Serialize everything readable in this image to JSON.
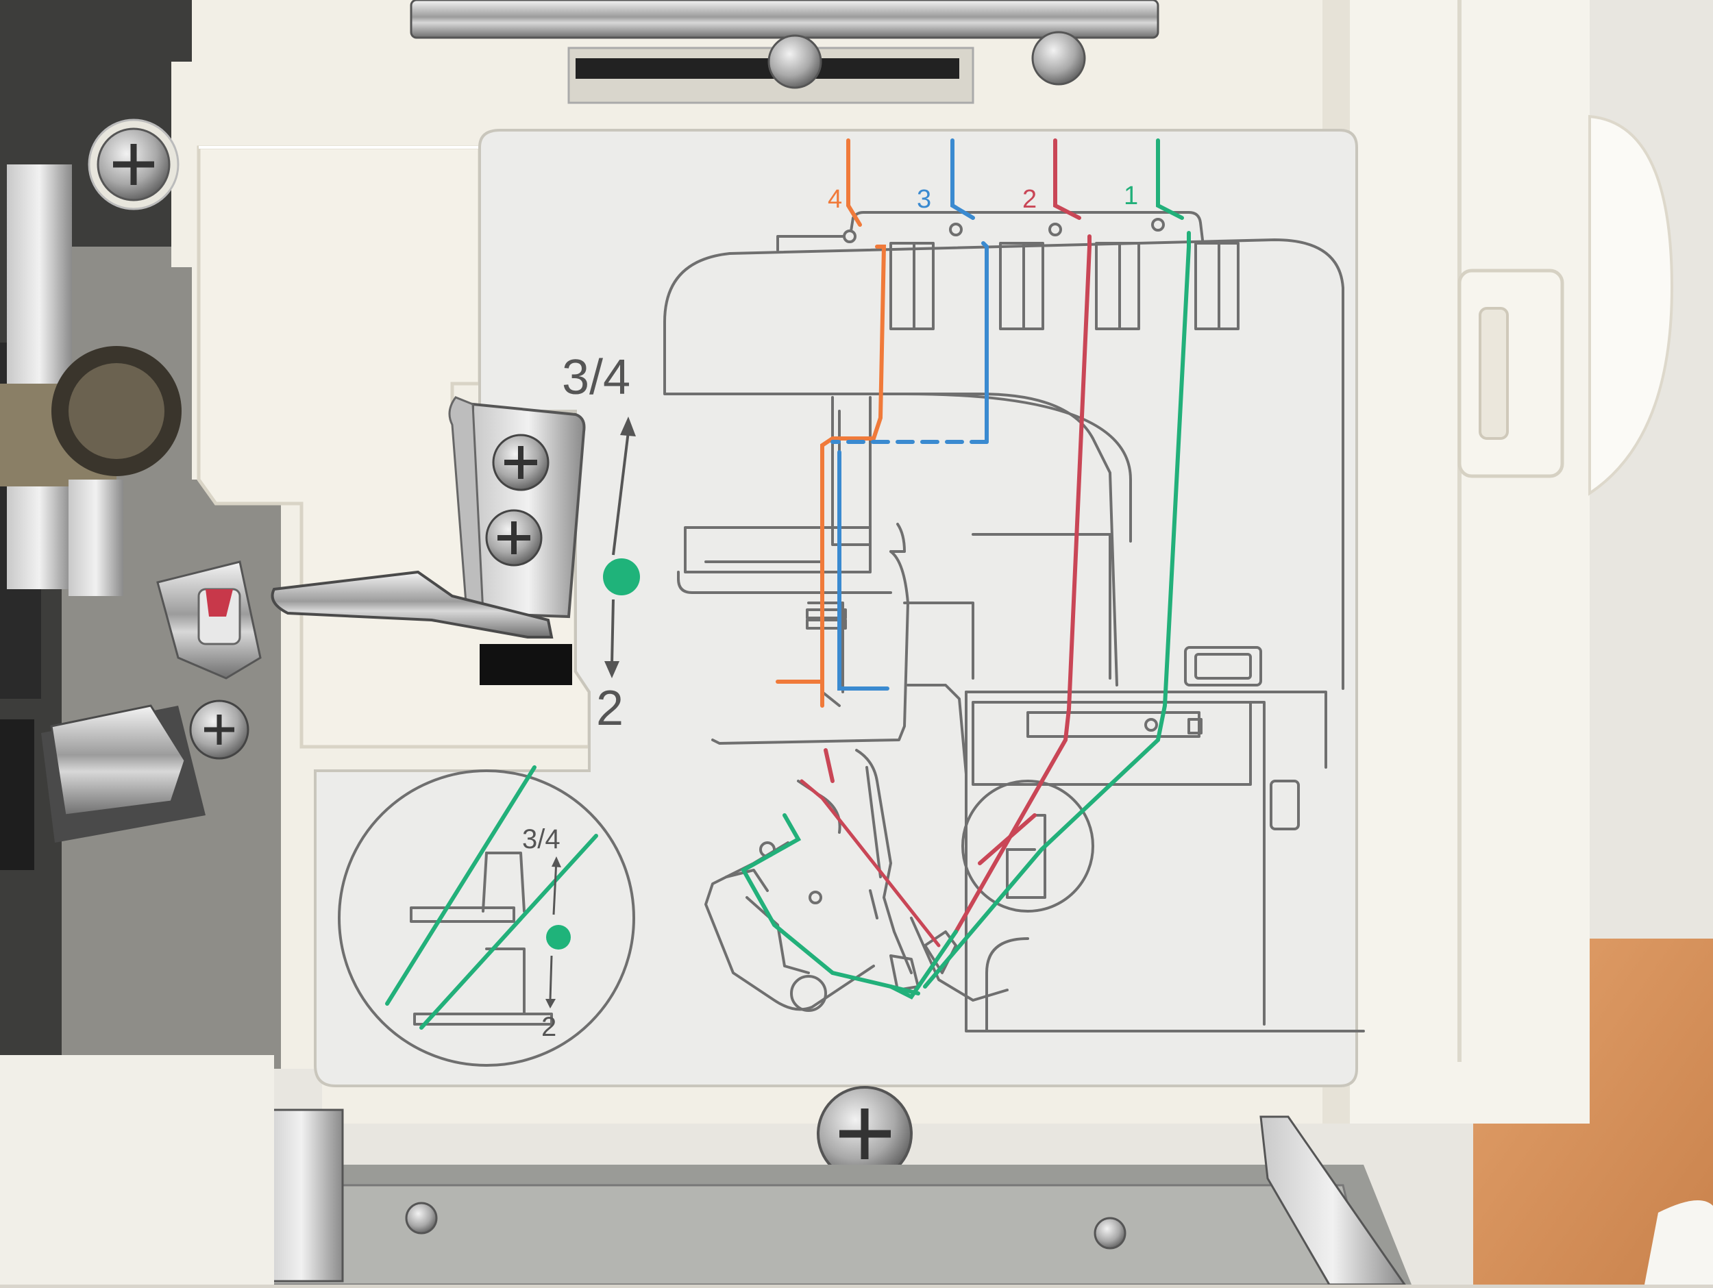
{
  "thread_labels": [
    {
      "label": "4",
      "color": "#f07a3a"
    },
    {
      "label": "3",
      "color": "#3a8ad0"
    },
    {
      "label": "2",
      "color": "#d0455a"
    },
    {
      "label": "1",
      "color": "#22b07a"
    }
  ],
  "differential": {
    "upper_label": "3/4",
    "lower_label": "2",
    "indicator_color": "#1fb37a"
  },
  "inset": {
    "upper_label": "3/4",
    "lower_label": "2"
  }
}
